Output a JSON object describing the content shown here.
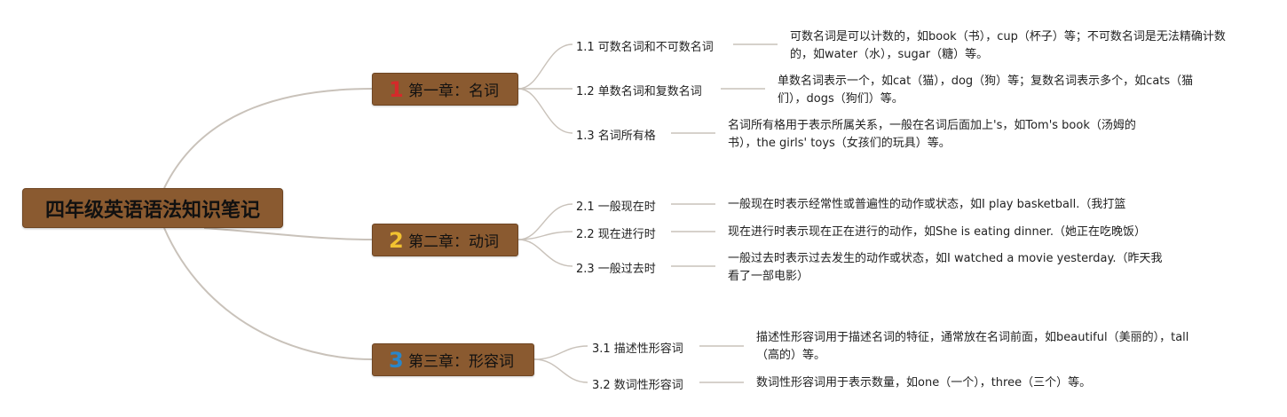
{
  "root": {
    "title": "四年级英语语法知识笔记"
  },
  "chapters": [
    {
      "number": "1",
      "number_color": "#d42a2a",
      "label": "第一章：名词",
      "topics": [
        {
          "label": "1.1 可数名词和不可数名词",
          "detail": "可数名词是可以计数的，如book（书），cup（杯子）等；不可数名词是无法精确计数的，如water（水），sugar（糖）等。"
        },
        {
          "label": "1.2 单数名词和复数名词",
          "detail": "单数名词表示一个，如cat（猫），dog（狗）等；复数名词表示多个，如cats（猫们），dogs（狗们）等。"
        },
        {
          "label": "1.3 名词所有格",
          "detail": "名词所有格用于表示所属关系，一般在名词后面加上's，如Tom's book（汤姆的书），the girls' toys（女孩们的玩具）等。"
        }
      ]
    },
    {
      "number": "2",
      "number_color": "#f2c230",
      "label": "第二章：动词",
      "topics": [
        {
          "label": "2.1 一般现在时",
          "detail": "一般现在时表示经常性或普遍性的动作或状态，如I play basketball.（我打篮"
        },
        {
          "label": "2.2 现在进行时",
          "detail": "现在进行时表示现在正在进行的动作，如She is eating dinner.（她正在吃晚饭）"
        },
        {
          "label": "2.3 一般过去时",
          "detail": "一般过去时表示过去发生的动作或状态，如I watched a movie yesterday.（昨天我看了一部电影）"
        }
      ]
    },
    {
      "number": "3",
      "number_color": "#2a86c8",
      "label": "第三章：形容词",
      "topics": [
        {
          "label": "3.1 描述性形容词",
          "detail": "描述性形容词用于描述名词的特征，通常放在名词前面，如beautiful（美丽的），tall（高的）等。"
        },
        {
          "label": "3.2 数词性形容词",
          "detail": "数词性形容词用于表示数量，如one（一个），three（三个）等。"
        }
      ]
    }
  ]
}
